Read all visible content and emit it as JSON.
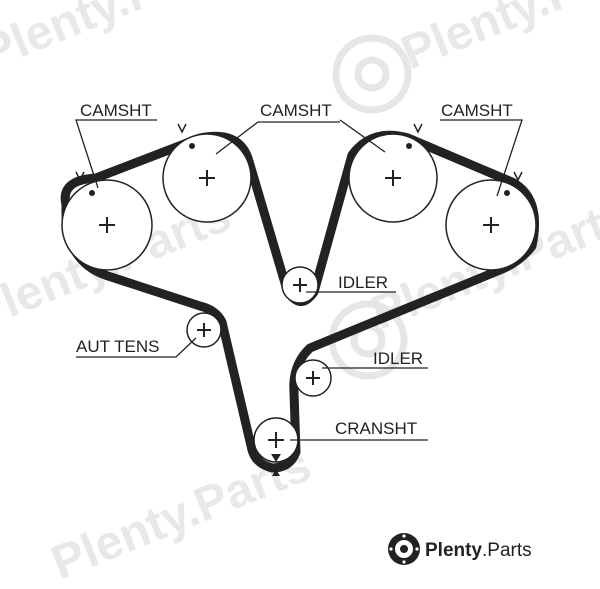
{
  "labels": {
    "camsht_left": "CAMSHT",
    "camsht_center": "CAMSHT",
    "camsht_right": "CAMSHT",
    "idler_upper": "IDLER",
    "aut_tens": "AUT TENS",
    "idler_lower": "IDLER",
    "cransht": "CRANSHT"
  },
  "watermark": {
    "text": "Plenty.Parts",
    "brand_bold": "Plenty",
    "brand_rest": ".Parts"
  },
  "colors": {
    "ink": "#222222",
    "watermark": "#e8e8e8",
    "background": "#ffffff"
  },
  "icons": {
    "brand_logo": "brake-disc-icon"
  }
}
